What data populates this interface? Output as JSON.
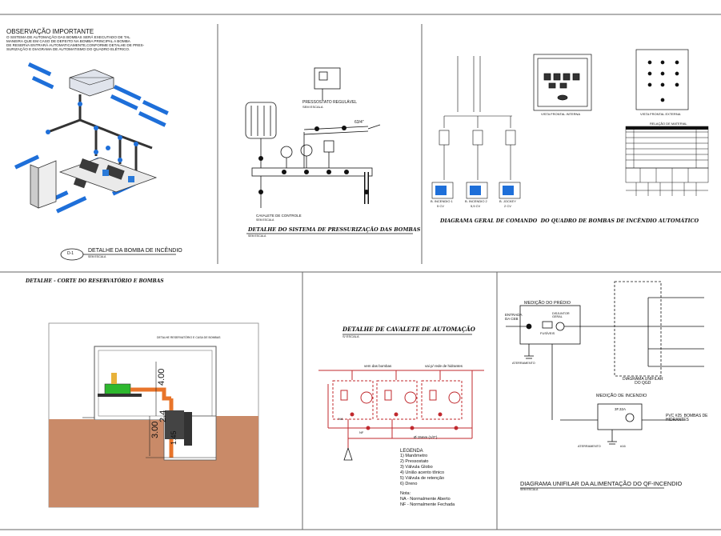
{
  "obs": {
    "title": "OBSERVAÇÃO IMPORTANTE",
    "lines": [
      "O SISTEMA DE AUTOMAÇÃO DAS BOMBAS SERÁ EXECUTADO DE TAL",
      "MANEIRA QUE EM CASO DE DEFEITO NA BOMBA PRINCIPAL A BOMBA",
      "DE RESERVA ENTRARÁ AUTOMATICAMENTE,CONFORME DETALHE DE PRES-",
      "SURIZAÇÃO E DIAGRAMA DE AUTOMATISMO DO QUADRO ELÉTRICO."
    ]
  },
  "d1": {
    "tag": "D-1",
    "title": "DETALHE DA BOMBA DE INCÊNDIO",
    "sub": "SEM ESCALA"
  },
  "press": {
    "pressostato": "PRESSOSTATO REGULÁVEL",
    "sem_escala": "SEM ESCALA",
    "pipe": "63/4\"",
    "cavalete": "CAVALETE DE CONTROLE",
    "cav_sub": "SEM ESCALA",
    "title": "DETALHE DO SISTEMA DE PRESSURIZAÇÃO DAS BOMBAS",
    "sub": "SEM ESCALA"
  },
  "quadro": {
    "vista_interna": "VISTA FRONTAL INTERNA",
    "vista_externa": "VISTA FRONTAL EXTERNA",
    "relacao": "RELAÇÃO DE MATERIAL",
    "motors": [
      {
        "name": "B. INCENDIO 1",
        "hp": "5 CV"
      },
      {
        "name": "B. INCENDIO 2",
        "hp": "5,5 CV"
      },
      {
        "name": "B. JOCKEY",
        "hp": "2 CV"
      }
    ],
    "title": "DIAGRAMA GERAL DE COMANDO  DO QUADRO DE BOMBAS DE INCÊNDIO AUTOMÁTICO"
  },
  "corte": {
    "title": "DETALHE - CORTE DO RESERVATÓRIO E BOMBAS",
    "inner": "DETALHE RESERVATÓRIO E CASA DE BOMBAS",
    "dim1": "4.00",
    "dim2": "3.00",
    "dim3": "2.4",
    "dim4": "1.45"
  },
  "cavalete": {
    "title": "DETALHE DE CAVALETE DE AUTOMAÇÃO",
    "sub": "S/ ESCALA",
    "vem": "vem das bombas",
    "vai": "vai p/ rede de hidrantes",
    "diam": "Ø 15mm (1/2\")",
    "na": "NA",
    "nf": "NF",
    "legenda_title": "LEGENDA",
    "legenda": [
      "1) Manômetro",
      "2) Pressostato",
      "3) Válvula Globo",
      "4) União acento tônico",
      "5) Válvula de retenção",
      "6) Dreno"
    ],
    "nota_title": "Nota:",
    "nota": [
      "NA - Normalmente Aberto",
      "NF - Normalmente Fechada"
    ]
  },
  "unifilar": {
    "medicao_predio": "MEDIÇÃO DO PRÉDIO",
    "entrada": "ENTRADA\nDA CEB",
    "disjuntor": "DISJUNTOR\nGERAL",
    "fusiveis": "FUSÍVEIS",
    "aterramento": "ATERRAMENTO",
    "diagrama_qgd": "DIAGRAMA UNIFILAR\nDO QGD",
    "medicao_incendio": "MEDIÇÃO DE INCENDIO",
    "breaker": "3F.32A",
    "bombas": "PVC #25  BOMBAS DE\nHIDRANTES",
    "terra": "#16",
    "title": "DIAGRAMA UNIFILAR DA ALIMENTAÇÃO DO QF-INCENDIO",
    "sub": "SEM ESCALA"
  }
}
